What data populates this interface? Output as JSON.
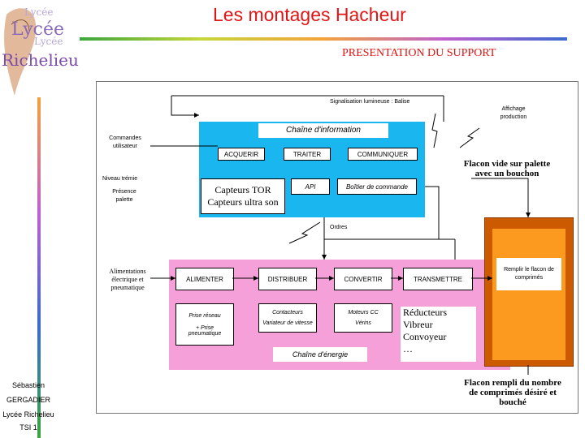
{
  "header": {
    "title": "Les montages Hacheur",
    "subtitle": "PRESENTATION DU SUPPORT"
  },
  "logo": {
    "word1": "Lycée",
    "word2": "Richelieu",
    "ghost1": "Lycée",
    "ghost2": "Lycée"
  },
  "author": {
    "line1": "Sébastien",
    "line2": "GERGADIER",
    "line3": "Lycée Richelieu",
    "line4": "TSI 1"
  },
  "diagram": {
    "signalisation": "Signalisation lumineuse : Balise",
    "affichage": "Affichage production",
    "commandes": "Commandes utilisateur",
    "niveau": "Niveau trémie",
    "presence": "Présence palette",
    "chaine_info": "Chaîne d'information",
    "acquerir": "ACQUERIR",
    "traiter": "TRAITER",
    "communiquer": "COMMUNIQUER",
    "capteurs_tor": "Capteurs TOR",
    "capteurs_us": "Capteurs ultra son",
    "api": "API",
    "boitier": "Boîtier de commande",
    "flacon_vide": "Flacon vide sur palette avec un bouchon",
    "ordres": "Ordres",
    "alimentations": "Alimentations électrique et pneumatique",
    "alimenter": "ALIMENTER",
    "distribuer": "DISTRIBUER",
    "convertir": "CONVERTIR",
    "transmettre": "TRANSMETTRE",
    "prise_reseau": "Prise réseau",
    "prise_pneu": "+ Prise pneumatique",
    "contacteurs": "Contacteurs",
    "variateur": "Variateur de vitesse",
    "moteurs": "Moteurs CC",
    "verins": "Vérins",
    "reducteurs": "Réducteurs",
    "vibreur": "Vibreur",
    "convoyeur": "Convoyeur",
    "dots": "…",
    "chaine_energie": "Chaîne d'énergie",
    "remplir": "Remplir le flacon de comprimés",
    "flacon_rempli": "Flacon rempli du nombre de comprimés désiré et bouché"
  },
  "colors": {
    "info_blue": "#19b6f0",
    "energy_pink": "#f5a0d8",
    "orange": "#fb9a1e",
    "title_red": "#e01515"
  }
}
